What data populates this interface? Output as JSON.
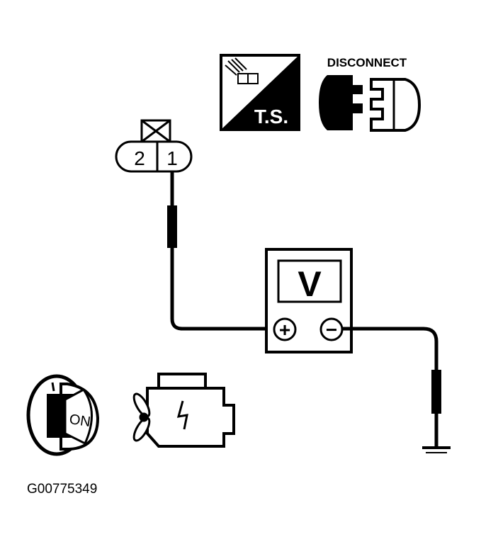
{
  "figure_id": "G00775349",
  "connector": {
    "pin_left": "2",
    "pin_right": "1"
  },
  "ts_icon": {
    "label": "T.S."
  },
  "disconnect_icon": {
    "label": "DISCONNECT"
  },
  "voltmeter": {
    "display": "V",
    "positive_symbol": "+",
    "negative_symbol": "−"
  },
  "ignition": {
    "key_label": "ON"
  },
  "ground": {
    "label": ""
  },
  "colors": {
    "ink": "#000000",
    "paper": "#ffffff"
  }
}
